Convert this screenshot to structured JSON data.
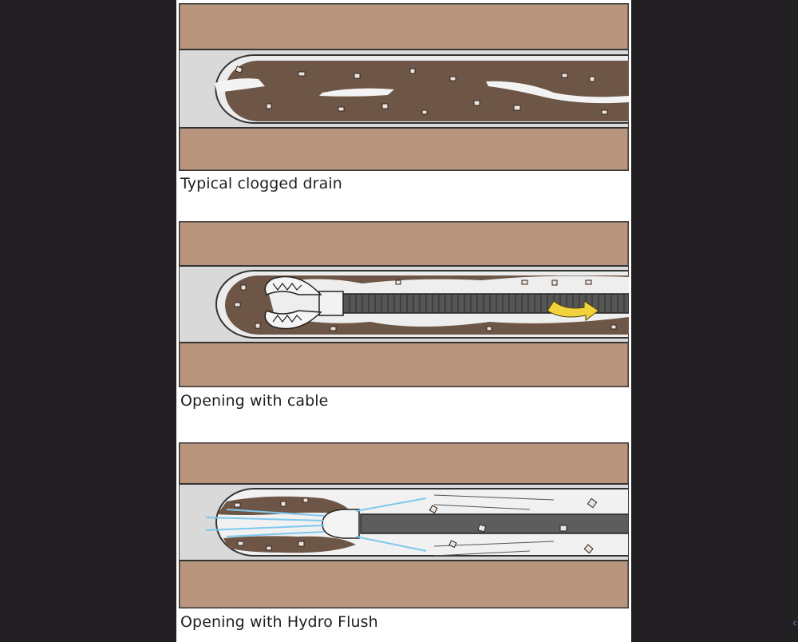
{
  "colors": {
    "background": "#222023",
    "soil": "#b8957c",
    "pipe": "#e4e4e4",
    "sludge": "#6b5446",
    "outline": "#333333",
    "water": "#7ec8ef",
    "arrow": "#f2d23a"
  },
  "panels": [
    {
      "caption": "Typical clogged drain"
    },
    {
      "caption": "Opening with cable"
    },
    {
      "caption": "Opening with Hydro Flush"
    }
  ]
}
